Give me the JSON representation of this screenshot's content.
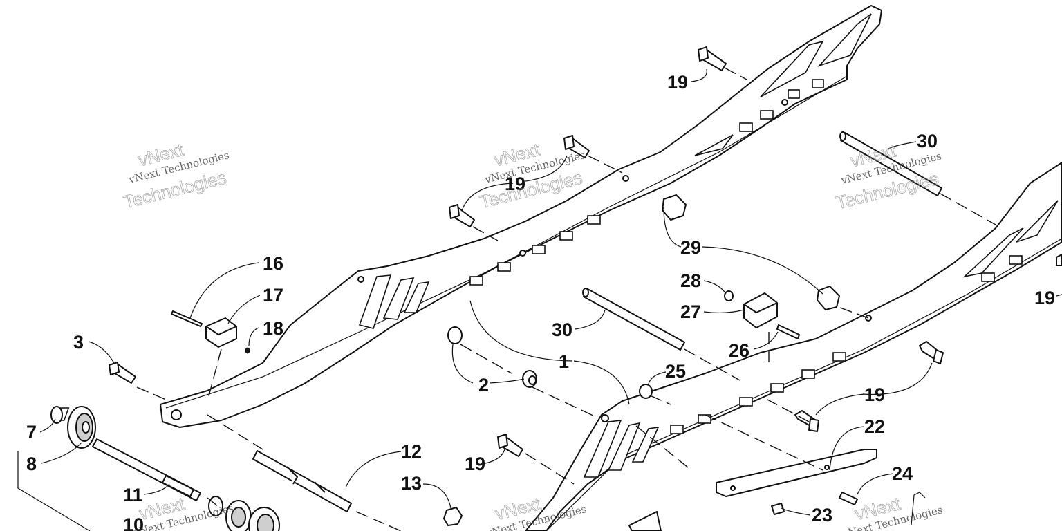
{
  "callouts": {
    "c1": "1",
    "c2": "2",
    "c3": "3",
    "c7": "7",
    "c8": "8",
    "c10": "10",
    "c11": "11",
    "c12": "12",
    "c13": "13",
    "c16": "16",
    "c17": "17",
    "c18": "18",
    "c19a": "19",
    "c19b": "19",
    "c19c": "19",
    "c19d": "19",
    "c19e": "19",
    "c22": "22",
    "c23": "23",
    "c24": "24",
    "c25": "25",
    "c26": "26",
    "c27": "27",
    "c28": "28",
    "c29": "29",
    "c30a": "30",
    "c30b": "30"
  },
  "watermark": {
    "brand": "vNext Technologies",
    "top": "vNext",
    "bottom": "Technologies"
  }
}
